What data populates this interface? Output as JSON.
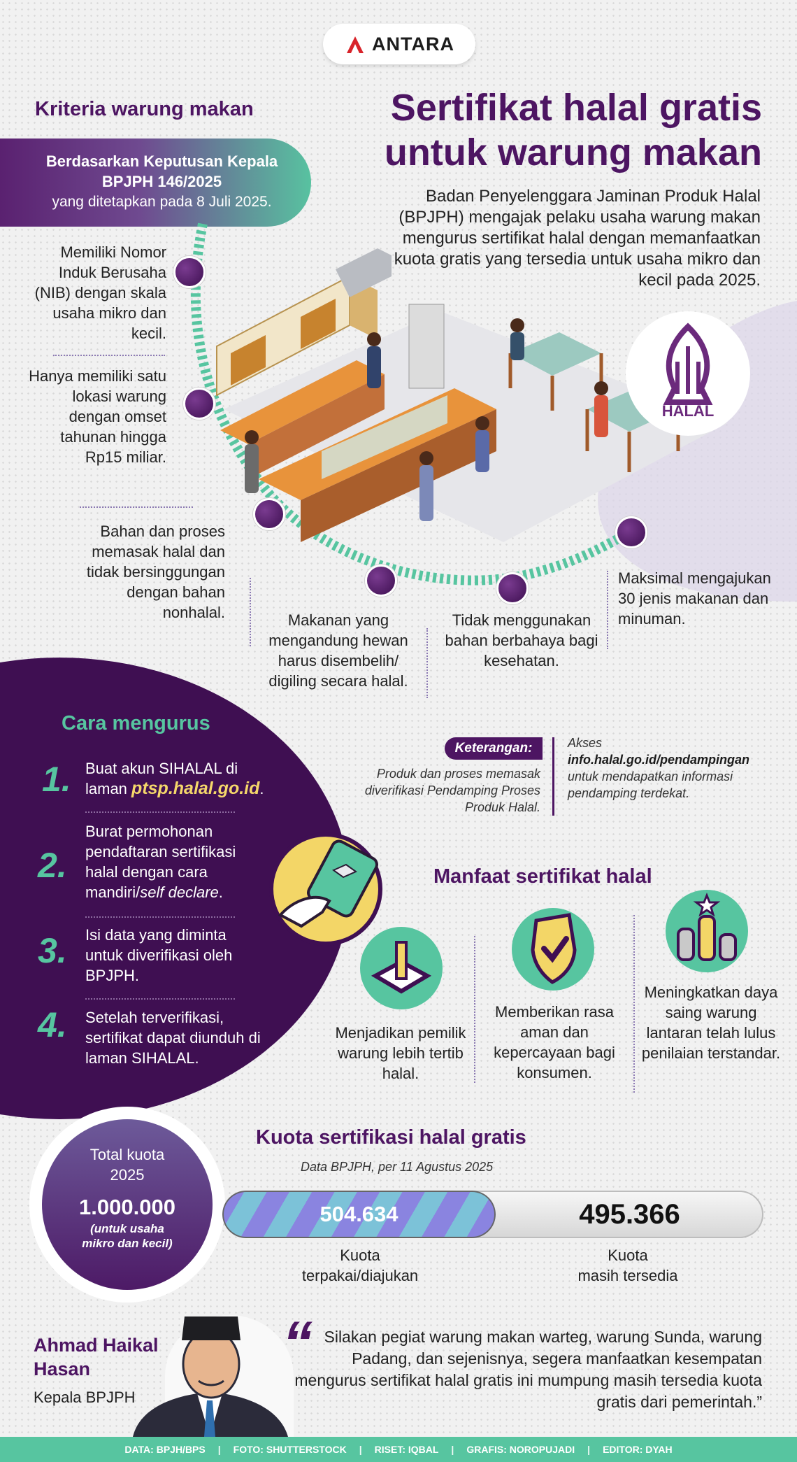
{
  "logo": {
    "text": "ANTARA"
  },
  "header": {
    "kriteria_title": "Kriteria warung makan",
    "title_line1": "Sertifikat halal gratis",
    "title_line2": "untuk warung makan",
    "intro": "Badan Penyelenggara Jaminan Produk Halal (BPJPH) mengajak pelaku usaha warung makan mengurus sertifikat halal dengan memanfaatkan kuota gratis yang tersedia untuk usaha mikro dan kecil pada 2025."
  },
  "decree": {
    "line1": "Berdasarkan Keputusan Kepala",
    "line2": "BPJPH 146/2025",
    "line3": "yang ditetapkan pada 8 Juli 2025."
  },
  "criteria": [
    "Memiliki Nomor Induk Berusaha (NIB) dengan skala usaha mikro dan kecil.",
    "Hanya memiliki satu lokasi warung dengan omset tahunan hingga Rp15 miliar.",
    "Bahan dan proses memasak halal dan tidak bersinggungan dengan bahan nonhalal.",
    "Makanan yang mengandung hewan harus disembelih/ digiling secara halal.",
    "Tidak menggunakan bahan berbahaya bagi kesehatan.",
    "Maksimal mengajukan 30 jenis makanan dan minuman."
  ],
  "halal_logo": {
    "text": "HALAL"
  },
  "cara": {
    "title": "Cara mengurus",
    "steps": [
      {
        "num": "1.",
        "text_a": "Buat akun SIHALAL di laman ",
        "link": "ptsp.halal.go.id",
        "text_b": "."
      },
      {
        "num": "2.",
        "text_a": "Burat permohonan pendaftaran sertifikasi halal dengan cara mandiri/",
        "italic": "self declare",
        "text_b": "."
      },
      {
        "num": "3.",
        "text_a": "Isi data yang diminta untuk diverifikasi oleh BPJPH."
      },
      {
        "num": "4.",
        "text_a": "Setelah terverifikasi, sertifikat dapat diunduh di laman SIHALAL."
      }
    ]
  },
  "keterangan": {
    "label": "Keterangan:",
    "text": "Produk dan proses memasak diverifikasi Pendamping Proses Produk Halal.",
    "akses_a": "Akses",
    "akses_link": "info.halal.go.id/pendampingan",
    "akses_b": "untuk mendapatkan informasi pendamping terdekat."
  },
  "manfaat": {
    "title": "Manfaat sertifikat halal",
    "items": [
      {
        "icon": "checkbox-icon",
        "text": "Menjadikan pemilik warung lebih tertib halal."
      },
      {
        "icon": "shield-check-icon",
        "text": "Memberikan rasa aman dan kepercayaan bagi konsumen."
      },
      {
        "icon": "podium-star-icon",
        "text": "Meningkatkan daya saing warung lantaran telah lulus penilaian terstandar."
      }
    ]
  },
  "quota": {
    "total_label_a": "Total kuota",
    "total_label_b": "2025",
    "total_value": "1.000.000",
    "total_note": "(untuk usaha mikro dan kecil)",
    "title": "Kuota sertifikasi halal gratis",
    "source": "Data BPJPH, per 11 Agustus 2025",
    "used_value": "504.634",
    "remaining_value": "495.366",
    "used_fraction": 0.504634,
    "used_label_a": "Kuota",
    "used_label_b": "terpakai/diajukan",
    "remaining_label_a": "Kuota",
    "remaining_label_b": "masih tersedia"
  },
  "quote": {
    "name_line1": "Ahmad Haikal",
    "name_line2": "Hasan",
    "role": "Kepala BPJPH",
    "mark": "“",
    "text": "Silakan pegiat warung makan warteg, warung Sunda, warung Padang, dan sejenisnya, segera manfaatkan kesempatan mengurus sertifikat halal gratis ini mumpung masih tersedia kuota gratis dari pemerintah.”"
  },
  "footer": {
    "items": [
      "DATA: BPJH/BPS",
      "FOTO: SHUTTERSTOCK",
      "RISET: IQBAL",
      "GRAFIS: NOROPUJADI",
      "EDITOR: DYAH"
    ],
    "sep": "|"
  },
  "colors": {
    "purple": "#4d1562",
    "green": "#57c5a0",
    "yellow": "#f3d667"
  }
}
